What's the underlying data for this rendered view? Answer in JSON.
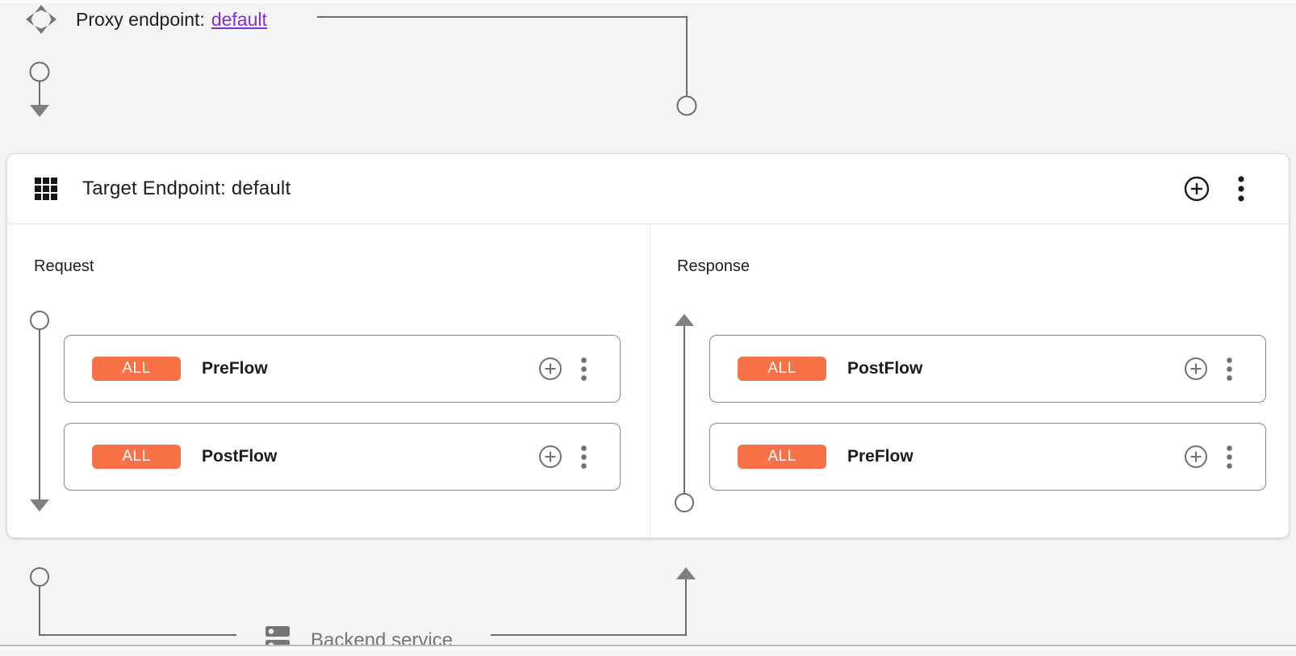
{
  "proxy_endpoint": {
    "label": "Proxy endpoint:",
    "link_text": "default"
  },
  "target_endpoint": {
    "title": "Target Endpoint: default",
    "request_panel": {
      "label": "Request",
      "flows": [
        {
          "condition": "ALL",
          "name": "PreFlow"
        },
        {
          "condition": "ALL",
          "name": "PostFlow"
        }
      ]
    },
    "response_panel": {
      "label": "Response",
      "flows": [
        {
          "condition": "ALL",
          "name": "PostFlow"
        },
        {
          "condition": "ALL",
          "name": "PreFlow"
        }
      ]
    }
  },
  "backend": {
    "label": "Backend service"
  },
  "icons": {
    "proxy_endpoint": "diamond-arrows-icon",
    "target_endpoint": "apps-grid-icon",
    "add": "plus-in-circle-icon",
    "menu": "three-dot-kebab-icon",
    "backend": "server-dns-icon"
  },
  "colors": {
    "badge_orange": "#fb7147",
    "link_purple": "#8430ce",
    "connector_gray": "#6b6d6f",
    "icon_gray": "#757575",
    "background": "#f3f4f4"
  }
}
